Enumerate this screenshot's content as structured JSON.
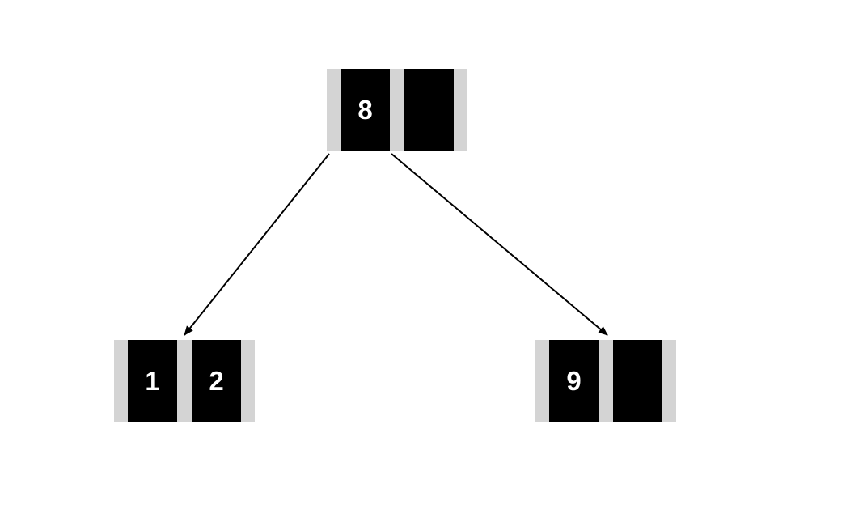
{
  "tree": {
    "root": {
      "keys": [
        "8",
        ""
      ]
    },
    "left": {
      "keys": [
        "1",
        "2"
      ]
    },
    "right": {
      "keys": [
        "9",
        ""
      ]
    }
  },
  "colors": {
    "key_fill": "#000000",
    "pointer_fill": "#d4d4d4",
    "key_text": "#ffffff",
    "edge": "#000000"
  }
}
